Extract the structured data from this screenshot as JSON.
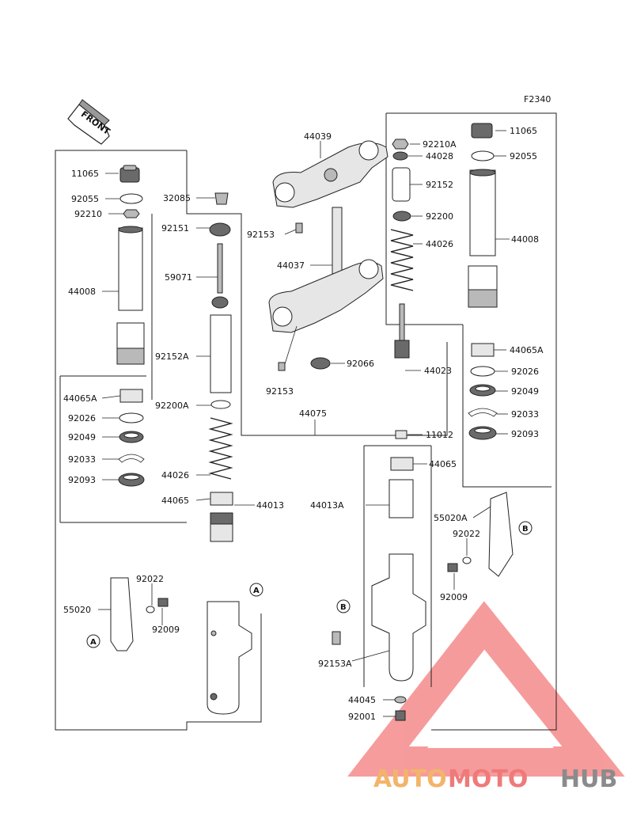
{
  "diagram_code": "F2340",
  "front_label": "FRONT",
  "labels": {
    "l_11065": "11065",
    "l_92055": "92055",
    "l_92210": "92210",
    "l_44008": "44008",
    "l_44065A": "44065A",
    "l_92026": "92026",
    "l_92049": "92049",
    "l_92033": "92033",
    "l_92093": "92093",
    "l_32085": "32085",
    "l_92151": "92151",
    "l_59071": "59071",
    "l_92152A": "92152A",
    "l_92200A": "92200A",
    "l_44026": "44026",
    "l_44065": "44065",
    "l_44013": "44013",
    "l_55020": "55020",
    "l_92022": "92022",
    "l_92009": "92009",
    "l_44039": "44039",
    "l_92153": "92153",
    "l_44037": "44037",
    "l_92066": "92066",
    "l_44075": "44075",
    "l_92210A": "92210A",
    "l_44028": "44028",
    "l_92152": "92152",
    "l_92200": "92200",
    "l_44023": "44023",
    "l_11012": "11012",
    "l_44013A": "44013A",
    "l_55020A": "55020A",
    "l_92153A": "92153A",
    "l_44045": "44045",
    "l_92001": "92001"
  },
  "ref_markers": {
    "a": "A",
    "b": "B"
  },
  "brand": {
    "part1": "AUTO",
    "part2": "MOTO",
    "part3": "HUB"
  }
}
